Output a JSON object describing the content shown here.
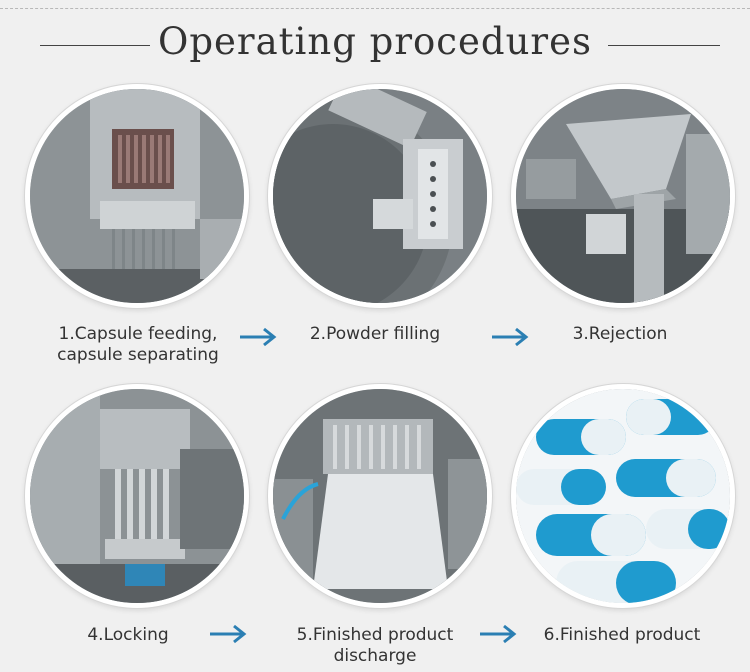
{
  "page": {
    "title": "Operating procedures"
  },
  "colors": {
    "arrow": "#2b7fb3",
    "capsule_blue": "#1f9bcf",
    "capsule_white": "#e9f1f5",
    "steel": "#b9bfc3"
  },
  "steps": [
    {
      "line1": "1.Capsule feeding,",
      "line2": "capsule separating"
    },
    {
      "line1": "2.Powder filling",
      "line2": ""
    },
    {
      "line1": "3.Rejection",
      "line2": ""
    },
    {
      "line1": "4.Locking",
      "line2": ""
    },
    {
      "line1": "5.Finished product",
      "line2": "discharge"
    },
    {
      "line1": "6.Finished product",
      "line2": ""
    }
  ],
  "icons": {
    "arrow": "arrow-right-icon"
  }
}
